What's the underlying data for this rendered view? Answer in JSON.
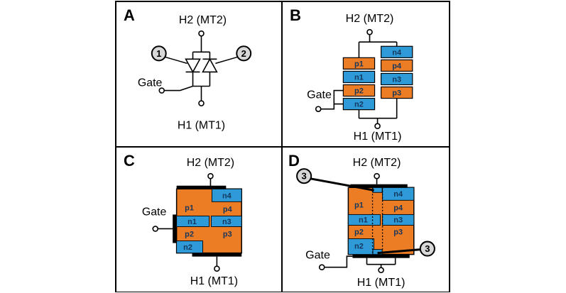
{
  "colors": {
    "p_type": "#EC7D25",
    "n_type": "#2E9BD8",
    "badge_bg": "#D8D8D8",
    "layer_label": "#16365C",
    "line": "#000000"
  },
  "a": {
    "letter": "A",
    "h2": "H2 (MT2)",
    "h1": "H1 (MT1)",
    "gate": "Gate",
    "badge1": "1",
    "badge2": "2"
  },
  "b": {
    "letter": "B",
    "h2": "H2 (MT2)",
    "h1": "H1 (MT1)",
    "gate": "Gate",
    "left": [
      "p1",
      "n1",
      "p2",
      "n2"
    ],
    "right": [
      "n4",
      "p4",
      "n3",
      "p3"
    ]
  },
  "c": {
    "letter": "C",
    "h2": "H2 (MT2)",
    "h1": "H1 (MT1)",
    "gate": "Gate",
    "regions": {
      "p1": "p1",
      "n4": "n4",
      "p4": "p4",
      "n1": "n1",
      "n3": "n3",
      "p2": "p2",
      "p3": "p3",
      "n2": "n2"
    }
  },
  "d": {
    "letter": "D",
    "h2": "H2 (MT2)",
    "h1": "H1 (MT1)",
    "gate": "Gate",
    "badge": "3",
    "regions": {
      "p1": "p1",
      "n4": "n4",
      "p4": "p4",
      "n1": "n1",
      "n3": "n3",
      "p2": "p2",
      "p3": "p3",
      "n2": "n2"
    }
  }
}
